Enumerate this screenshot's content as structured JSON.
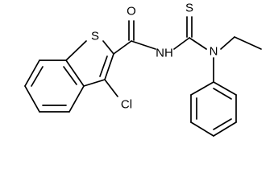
{
  "molecule": {
    "atoms": {
      "O": "O",
      "S_ring": "S",
      "S_thio": "S",
      "NH": "NH",
      "N": "N",
      "Cl": "Cl"
    }
  },
  "colors": {
    "ink": "#000000",
    "background": "#ffffff"
  }
}
